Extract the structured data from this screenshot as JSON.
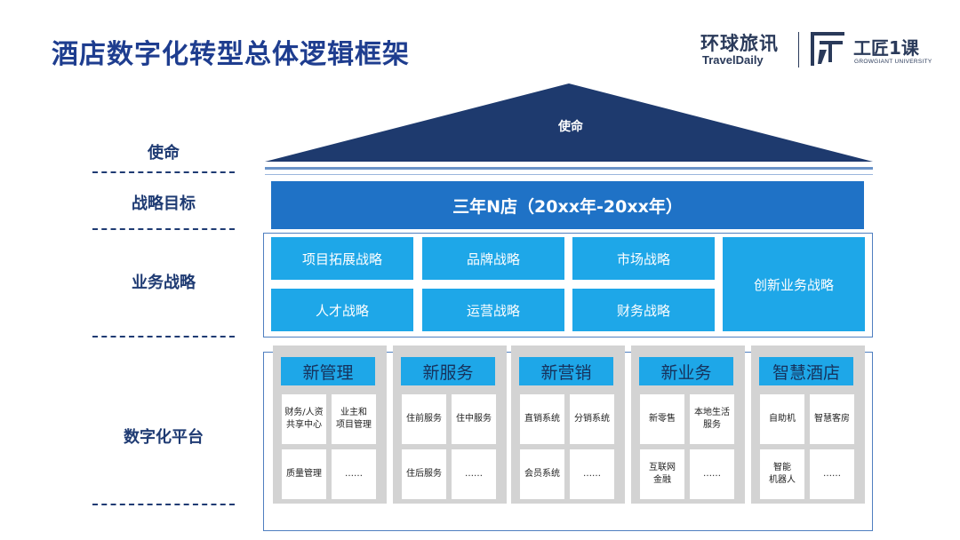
{
  "title": "酒店数字化转型总体逻辑框架",
  "logos": {
    "traveldaily_cn": "环球旅讯",
    "traveldaily_en": "TravelDaily",
    "growgiant_cn": "工匠1课",
    "growgiant_en": "GROWGIANT UNIVERSITY"
  },
  "left_labels": {
    "mission": "使命",
    "strategy_goal": "战略目标",
    "business_strategy": "业务战略",
    "digital_platform": "数字化平台"
  },
  "roof": {
    "label": "使命"
  },
  "goal": {
    "text": "三年N店（20xx年-20xx年）"
  },
  "business": {
    "items": [
      "项目拓展战略",
      "品牌战略",
      "市场战略",
      "人才战略",
      "运营战略",
      "财务战略"
    ],
    "innovation": "创新业务战略"
  },
  "platform": {
    "columns": [
      {
        "title": "新管理",
        "cells": [
          "财务/人资\n共享中心",
          "业主和\n项目管理",
          "质量管理",
          "……"
        ]
      },
      {
        "title": "新服务",
        "cells": [
          "住前服务",
          "住中服务",
          "住后服务",
          "……"
        ]
      },
      {
        "title": "新营销",
        "cells": [
          "直销系统",
          "分销系统",
          "会员系统",
          "……"
        ]
      },
      {
        "title": "新业务",
        "cells": [
          "新零售",
          "本地生活\n服务",
          "互联网\n金融",
          "……"
        ]
      },
      {
        "title": "智慧酒店",
        "cells": [
          "自助机",
          "智慧客房",
          "智能\n机器人",
          "……"
        ]
      }
    ]
  },
  "colors": {
    "title": "#1e3d8f",
    "roof": "#1e3a6e",
    "goal_bar": "#1f72c6",
    "box": "#1ea7e8",
    "column_bg": "#d3d3d3"
  }
}
